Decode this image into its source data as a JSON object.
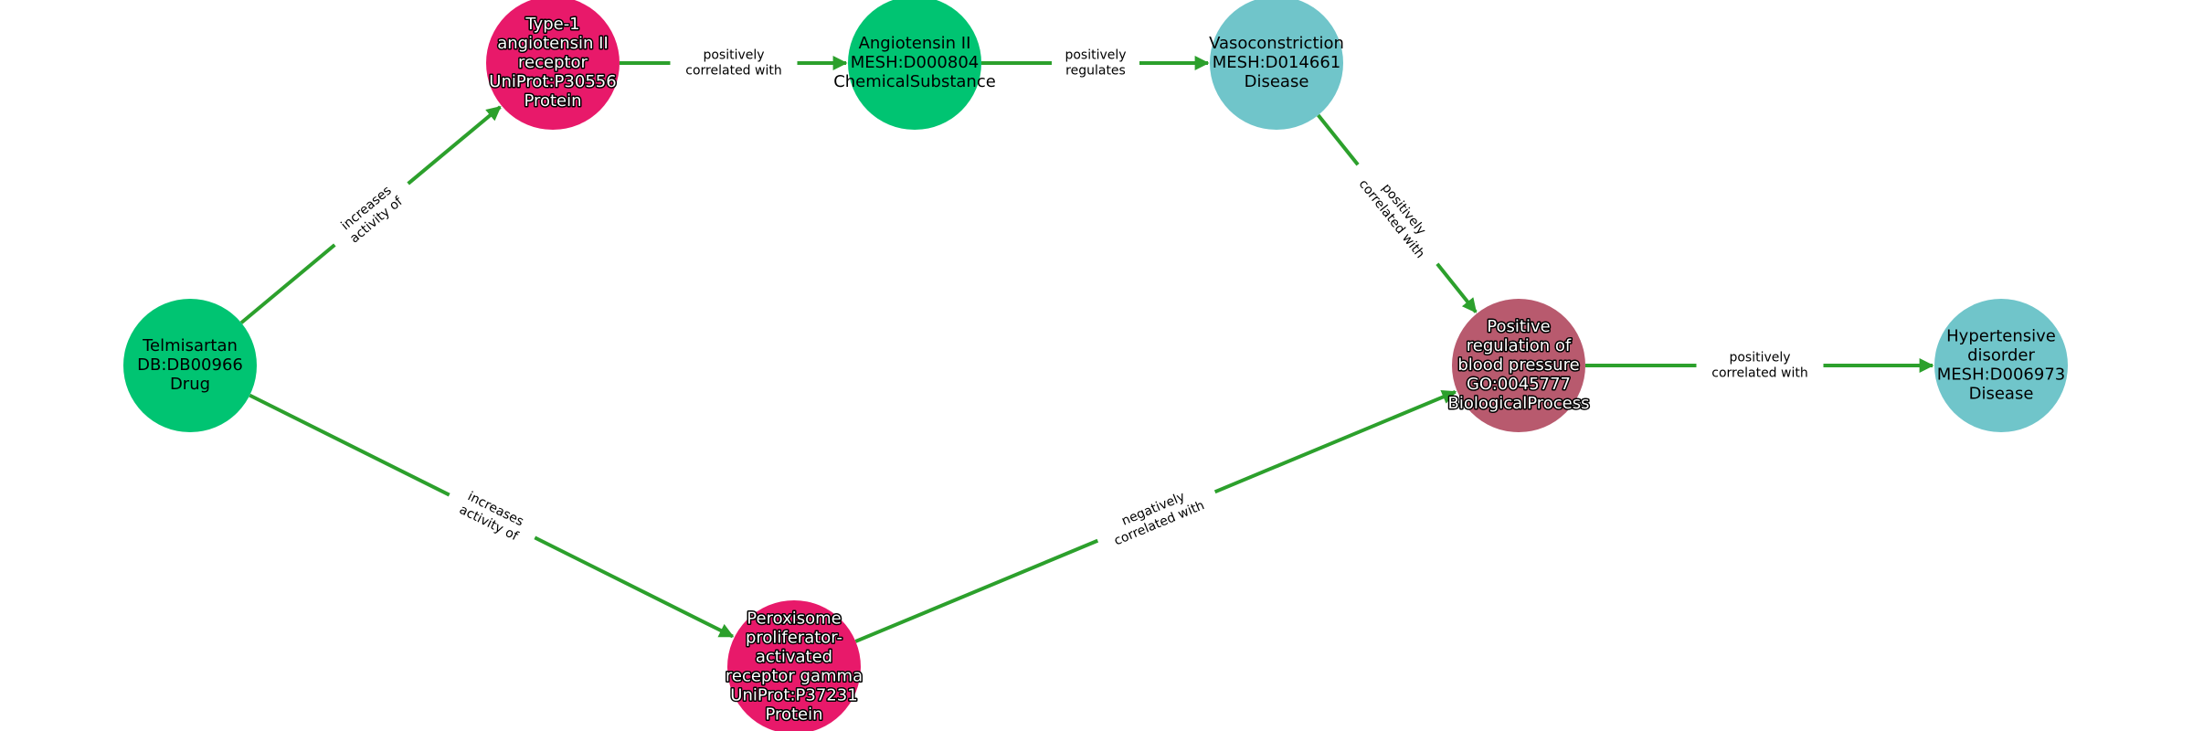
{
  "colors": {
    "edge": "#2ca02c",
    "Drug": "#00c472",
    "Protein": "#e8196a",
    "ChemicalSubstance": "#00c472",
    "Disease": "#70c5ca",
    "BiologicalProcess": "#b85a6e"
  },
  "nodes": [
    {
      "id": "telmisartan",
      "lines": [
        "Telmisartan",
        "DB:DB00966",
        "Drug"
      ],
      "type": "Drug"
    },
    {
      "id": "agtr1",
      "lines": [
        "Type-1",
        "angiotensin II",
        "receptor",
        "UniProt:P30556",
        "Protein"
      ],
      "type": "Protein"
    },
    {
      "id": "angiotensin2",
      "lines": [
        "Angiotensin II",
        "MESH:D000804",
        "ChemicalSubstance"
      ],
      "type": "ChemicalSubstance"
    },
    {
      "id": "vasoconstriction",
      "lines": [
        "Vasoconstriction",
        "MESH:D014661",
        "Disease"
      ],
      "type": "Disease"
    },
    {
      "id": "bp_regulation",
      "lines": [
        "Positive",
        "regulation of",
        "blood pressure",
        "GO:0045777",
        "BiologicalProcess"
      ],
      "type": "BiologicalProcess"
    },
    {
      "id": "hypertensive",
      "lines": [
        "Hypertensive",
        "disorder",
        "MESH:D006973",
        "Disease"
      ],
      "type": "Disease"
    },
    {
      "id": "pparg",
      "lines": [
        "Peroxisome",
        "proliferator-",
        "activated",
        "receptor gamma",
        "UniProt:P37231",
        "Protein"
      ],
      "type": "Protein"
    }
  ],
  "edges": [
    {
      "source": "telmisartan",
      "target": "agtr1",
      "lines": [
        "increases",
        "activity of"
      ]
    },
    {
      "source": "agtr1",
      "target": "angiotensin2",
      "lines": [
        "positively",
        "correlated with"
      ]
    },
    {
      "source": "angiotensin2",
      "target": "vasoconstriction",
      "lines": [
        "positively",
        "regulates"
      ]
    },
    {
      "source": "vasoconstriction",
      "target": "bp_regulation",
      "lines": [
        "positively",
        "correlated with"
      ]
    },
    {
      "source": "bp_regulation",
      "target": "hypertensive",
      "lines": [
        "positively",
        "correlated with"
      ]
    },
    {
      "source": "telmisartan",
      "target": "pparg",
      "lines": [
        "increases",
        "activity of"
      ]
    },
    {
      "source": "pparg",
      "target": "bp_regulation",
      "lines": [
        "negatively",
        "correlated with"
      ]
    }
  ]
}
